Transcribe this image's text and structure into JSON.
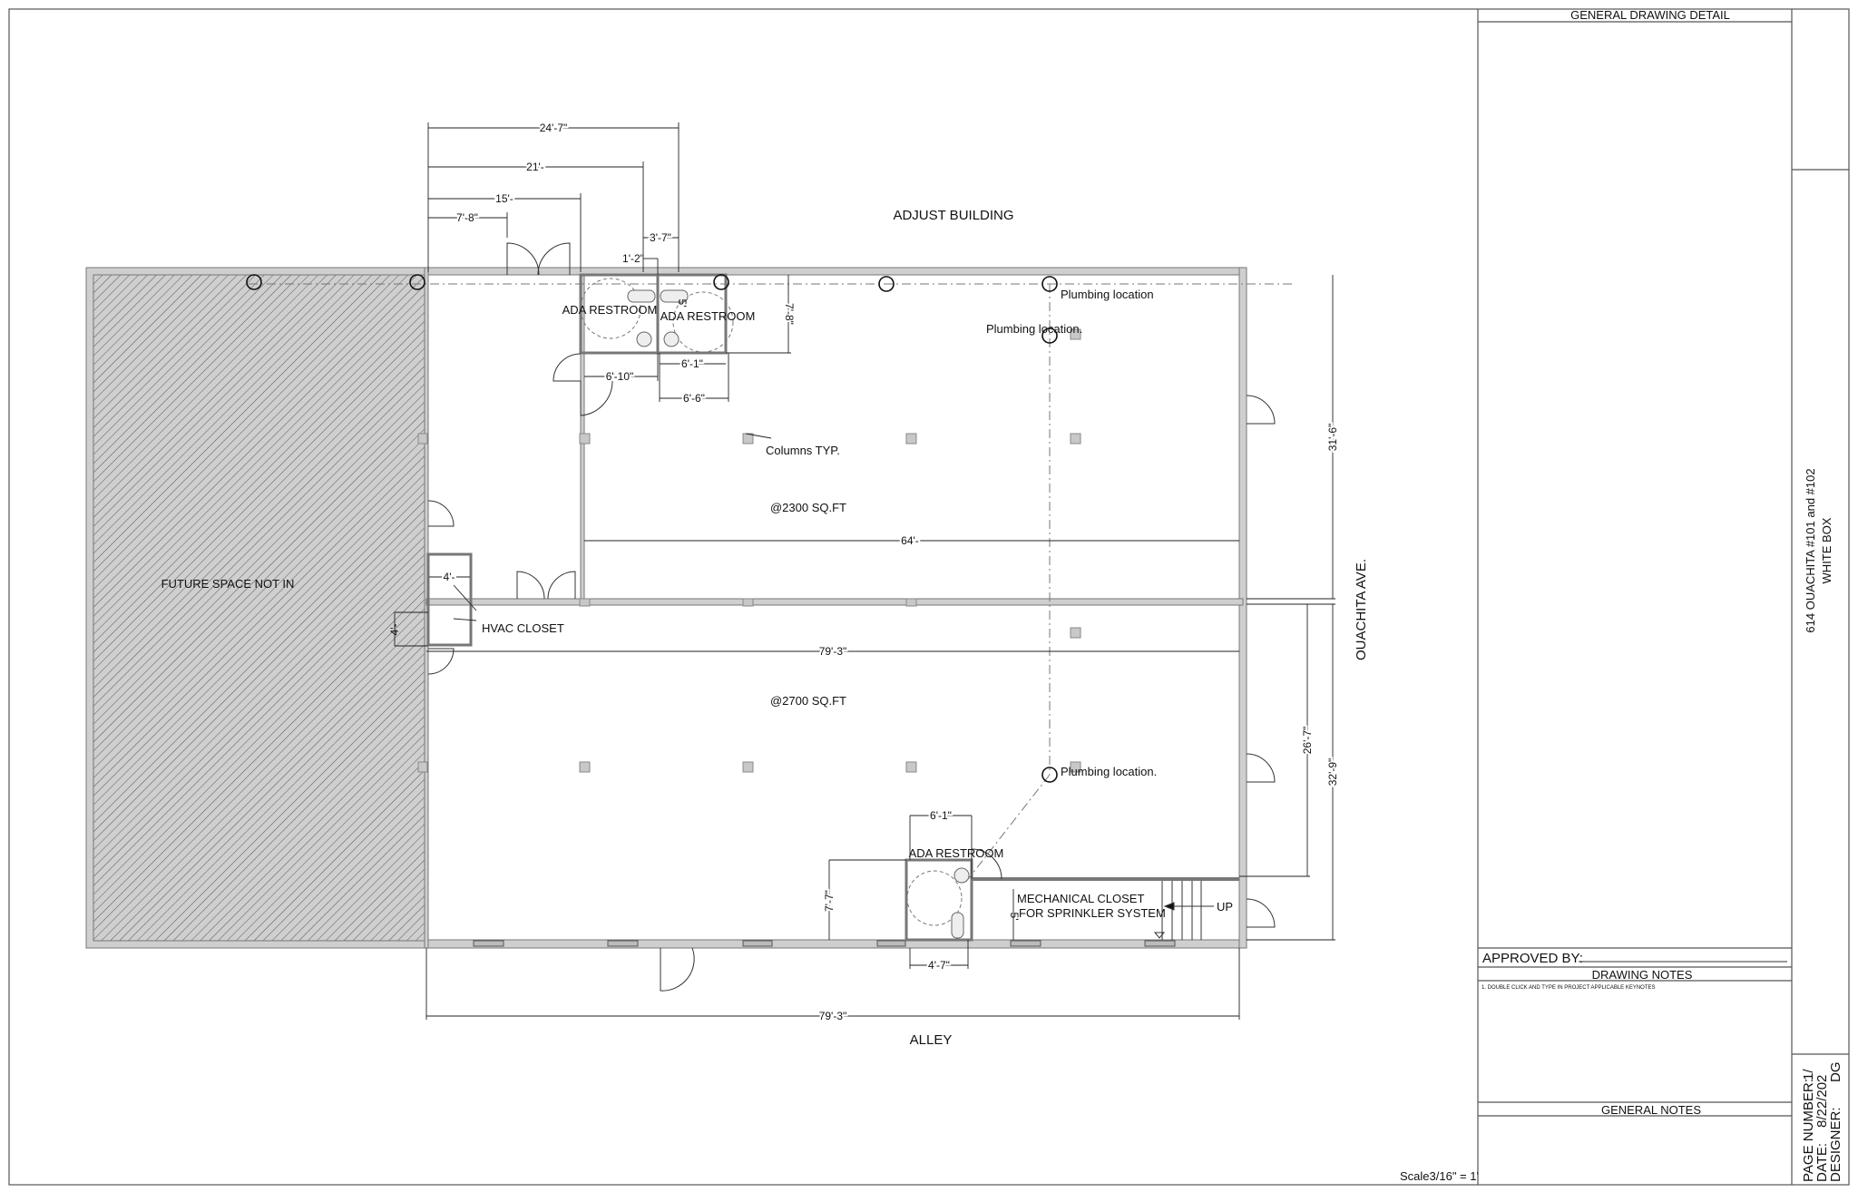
{
  "title_block": {
    "general_drawing_detail": "GENERAL DRAWING DETAIL",
    "project_title_line1": "614 OUACHITA  #101 and #102",
    "project_title_line2": "WHITE BOX",
    "approved_by": "APPROVED BY:",
    "drawing_notes": "DRAWING NOTES",
    "drawing_note_1": "1. DOUBLE CLICK AND TYPE IN PROJECT APPLICABLE KEYNOTES",
    "general_notes": "GENERAL NOTES",
    "page_number_label": "PAGE NUMBER:",
    "page_number_value": "1/",
    "date_label": "DATE:",
    "date_value": "8/22/202",
    "designer_label": "DESIGNER:",
    "designer_value": "DG",
    "scale": "Scale3/16\" = 1'"
  },
  "plan": {
    "adjust_building": "ADJUST BUILDING",
    "street": "OUACHITA AVE.",
    "alley": "ALLEY",
    "future_space": "FUTURE SPACE NOT IN",
    "hvac_closet": "HVAC CLOSET",
    "ada_restroom_1": "ADA RESTROOM",
    "ada_restroom_2": "ADA RESTROOM",
    "ada_restroom_3": "ADA RESTROOM",
    "plumbing_1": "Plumbing location",
    "plumbing_2": "Plumbing location.",
    "plumbing_3": "Plumbing location.",
    "columns_typ": "Columns TYP.",
    "area_upper": "@2300 SQ.FT",
    "area_lower": "@2700 SQ.FT",
    "mech_closet_1": "MECHANICAL CLOSET",
    "mech_closet_2": "FOR SPRINKLER SYSTEM",
    "stair_up": "UP"
  },
  "dimensions": {
    "d_24_7": "24'-7\"",
    "d_21": "21'-",
    "d_15": "15'-",
    "d_7_8_top": "7'-8\"",
    "d_3_7": "3'-7\"",
    "d_1_2": "1'-2\"",
    "d_7_8_vert": "7'-8\"",
    "d_5_top": "5'",
    "d_6_10": "6'-10\"",
    "d_6_1_top": "6'-1\"",
    "d_6_6": "6'-6\"",
    "d_64": "64'-",
    "d_79_3_mid": "79'-3\"",
    "d_31_6": "31'-6\"",
    "d_26_7": "26'-7\"",
    "d_32_9": "32'-9\"",
    "d_79_3_bottom": "79'-3\"",
    "d_4_h": "4'-",
    "d_4_v": "4'-",
    "d_6_1_bottom": "6'-1\"",
    "d_7_7": "7'-7\"",
    "d_4_7": "4'-7\"",
    "d_5_bottom": "5'"
  }
}
